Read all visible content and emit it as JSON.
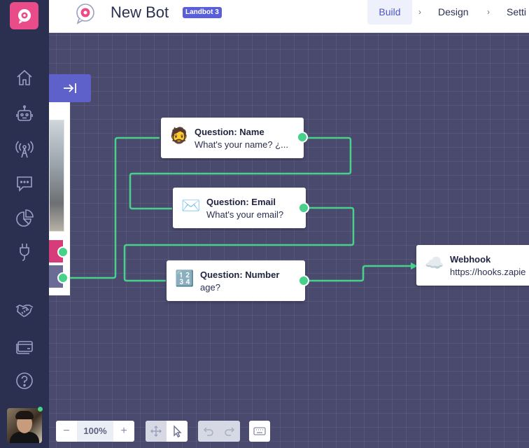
{
  "header": {
    "bot_name": "New Bot",
    "badge": "Landbot 3",
    "tabs": [
      {
        "label": "Build",
        "active": true
      },
      {
        "label": "Design",
        "active": false
      },
      {
        "label": "Setti",
        "active": false
      }
    ]
  },
  "sidebar": {
    "icons": [
      "home-icon",
      "robot-icon",
      "broadcast-icon",
      "chat-icon",
      "analytics-pie-icon",
      "plug-icon",
      "handshake-icon",
      "credit-card-icon",
      "help-icon"
    ]
  },
  "nodes": [
    {
      "emoji": "🧔",
      "title": "Question: Name",
      "subtitle": "What's your name? ¿..."
    },
    {
      "emoji": "✉️",
      "title": "Question: Email",
      "subtitle": "What's your email?"
    },
    {
      "emoji": "🔢",
      "title": "Question: Number",
      "subtitle": "age?"
    },
    {
      "emoji": "☁️",
      "title": "Webhook",
      "subtitle": "https://hooks.zapie"
    }
  ],
  "toolbar": {
    "zoom_out": "−",
    "zoom_level": "100%",
    "zoom_in": "+"
  },
  "colors": {
    "canvas": "#4a4a6e",
    "sidebar": "#2b3050",
    "accent": "#5a5fd8",
    "connector": "#47d18b",
    "brand": "#ea4c89"
  }
}
